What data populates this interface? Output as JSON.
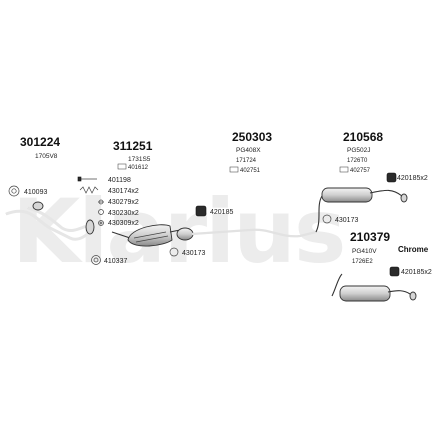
{
  "watermark": "Klarius",
  "assemblies": [
    {
      "number": "301224",
      "code": "1705V8"
    },
    {
      "number": "311251",
      "code": "1731S5",
      "ref": "401612"
    },
    {
      "number": "250303",
      "code": "PG408X",
      "code2": "171724",
      "ref": "402751"
    },
    {
      "number": "210568",
      "code": "PG502J",
      "code2": "1726T0",
      "ref": "402757"
    },
    {
      "number": "210379",
      "code": "PG410V",
      "code2": "1726E2"
    }
  ],
  "hardware": [
    "410093",
    "401198",
    "430174x2",
    "430279x2",
    "430230x2",
    "430309x2",
    "410337",
    "420185",
    "430173",
    "430173",
    "420185x2",
    "420185x2"
  ],
  "chrome_label": "Chrome",
  "colors": {
    "background": "#ffffff",
    "watermark": "#ececec",
    "line": "#333333"
  }
}
